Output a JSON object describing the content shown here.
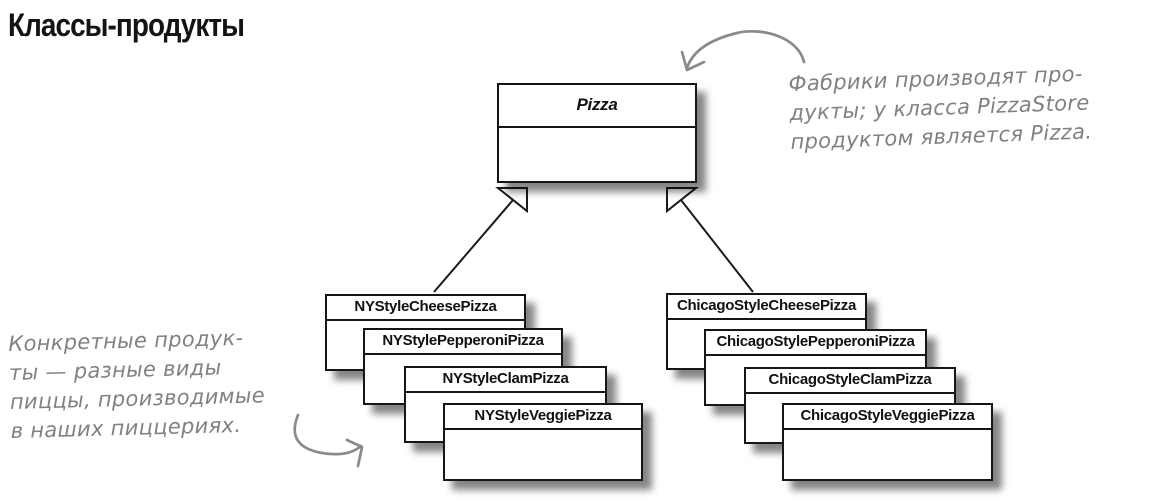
{
  "page_title": "Классы-продукты",
  "uml": {
    "parent_class": "Pizza",
    "relationship": "inheritance",
    "ny_stack": [
      "NYStyleCheesePizza",
      "NYStylePepperoniPizza",
      "NYStyleClamPizza",
      "NYStyleVeggiePizza"
    ],
    "chicago_stack": [
      "ChicagoStyleCheesePizza",
      "ChicagoStylePepperoniPizza",
      "ChicagoStyleClamPizza",
      "ChicagoStyleVeggiePizza"
    ]
  },
  "annotations": {
    "factory_note_lines": [
      "Фабрики производят про-",
      "дукты; у класса PizzaStore",
      "продуктом является Pizza."
    ],
    "products_note_lines": [
      "Конкретные продук-",
      "ты — разные виды",
      "пиццы, производимые",
      "в наших пиццериях."
    ]
  },
  "icons": {
    "inheritance_arrowhead": "hollow-triangle",
    "note_arrow": "curved-hand-drawn-arrow"
  },
  "colors": {
    "background": "#ffffff",
    "box_fill": "#ffffff",
    "box_border": "#161616",
    "connector": "#1a1a1a",
    "annotation_gray": "#8a8a8a",
    "shadow": "rgba(0,0,0,0.48)"
  }
}
